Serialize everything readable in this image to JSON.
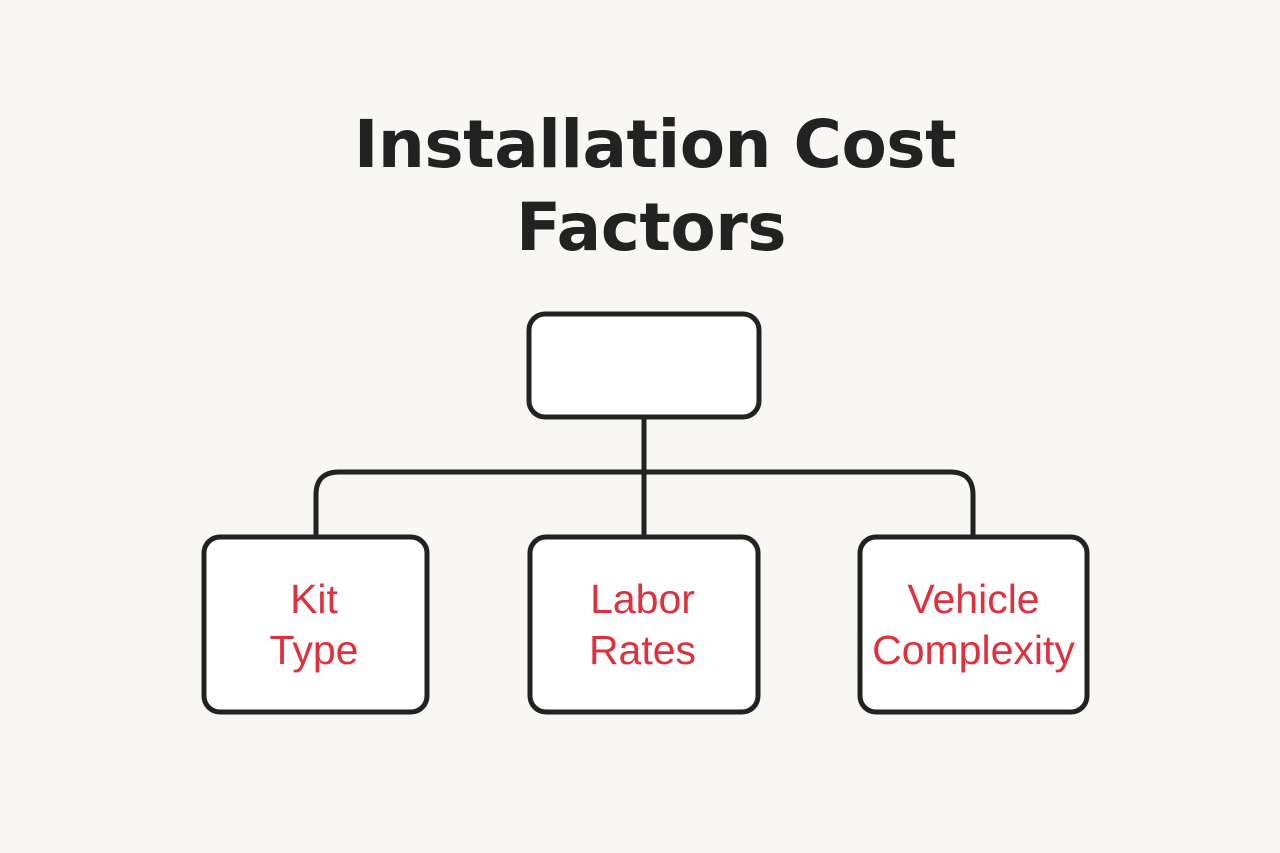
{
  "title": {
    "line1": "Installation Cost",
    "line2": "Factors"
  },
  "colors": {
    "background": "#f8f7f3",
    "title_text": "#222222",
    "node_border": "#222222",
    "node_fill": "#ffffff",
    "connector": "#222222",
    "label_text": "#e0303c"
  },
  "root": {
    "label": ""
  },
  "children": [
    {
      "line1": "Kit",
      "line2": "Type"
    },
    {
      "line1": "Labor",
      "line2": "Rates"
    },
    {
      "line1": "Vehicle",
      "line2": "Complexity"
    }
  ]
}
